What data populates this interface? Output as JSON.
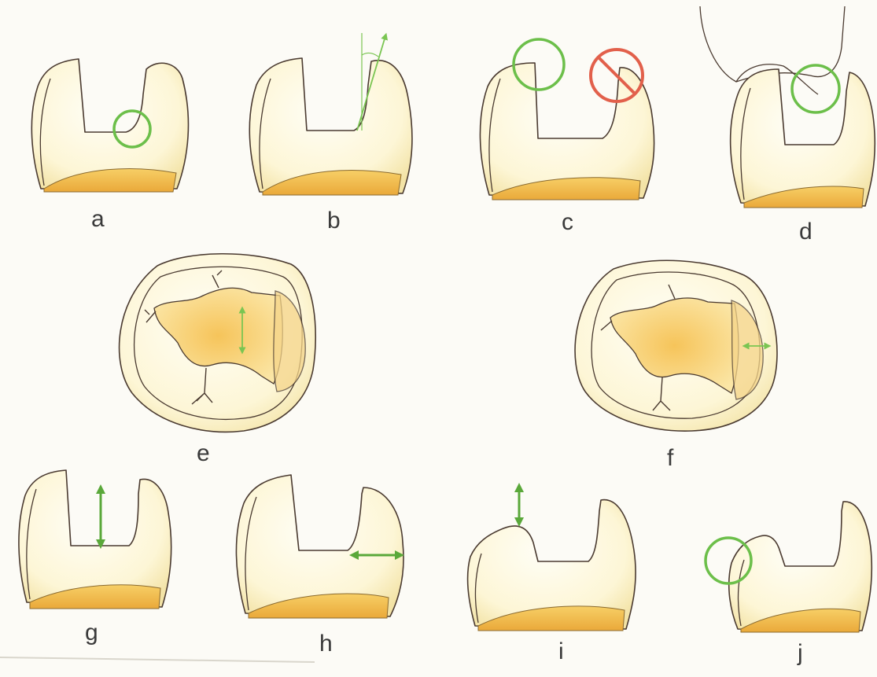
{
  "figure": {
    "panel_labels": {
      "a": "a",
      "b": "b",
      "c": "c",
      "d": "d",
      "e": "e",
      "f": "f",
      "g": "g",
      "h": "h",
      "i": "i",
      "j": "j"
    },
    "colors": {
      "background": "#fcfbf6",
      "enamel_light": "#fffdf0",
      "enamel_shade": "#f6eab8",
      "pulp": "#f0b844",
      "outline": "#4a3a30",
      "indicator_ok": "#6cbf4a",
      "indicator_bad": "#e2604b",
      "arrow": "#5aa83a"
    },
    "icons": [
      "green-circle-indicator",
      "red-prohibited-indicator",
      "double-headed-arrow"
    ]
  }
}
